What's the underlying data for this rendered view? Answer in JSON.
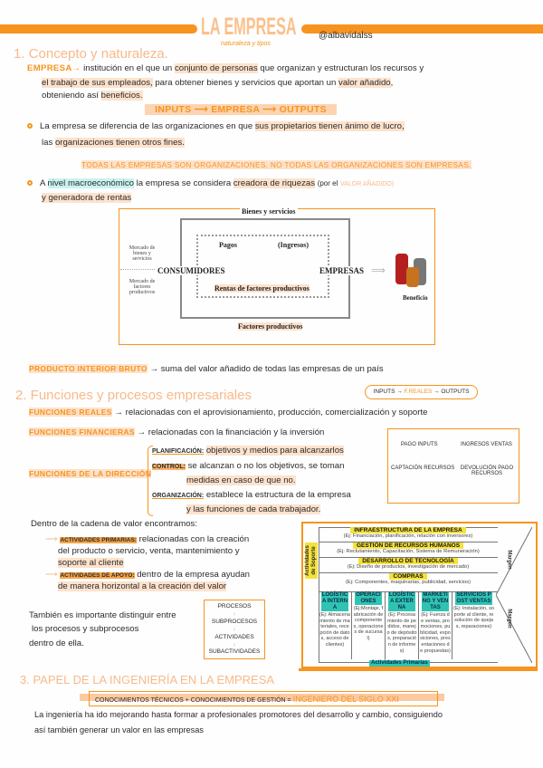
{
  "header": {
    "title": "LA EMPRESA",
    "subtitle": "naturaleza y tipos",
    "author": "@albavidalss"
  },
  "s1": {
    "title": "1. Concepto y naturaleza.",
    "empresa_label": "EMPRESA→",
    "def1": "institución en el que un",
    "def1h": "conjunto de personas",
    "def1b": "que organizan y estructuran los recursos y",
    "def2h": "el trabajo de sus empleados,",
    "def2b": "para obtener bienes y servicios que aportan un",
    "def2h2": "valor añadido",
    "def3": "obteniendo así",
    "def3h": "beneficios.",
    "flow": "INPUTS ⟶ EMPRESA ⟶ OUTPUTS",
    "b1a": "La empresa se diferencia de las organizaciones en que",
    "b1h": "sus propietarios tienen ánimo de lucro,",
    "b1c": "las",
    "b1h2": "organizaciones tienen otros fines.",
    "todas": "TODAS LAS EMPRESAS SON ORGANIZACIONES, NO TODAS LAS ORGANIZACIONES SON EMPRESAS.",
    "b2a": "A",
    "b2h": "nivel macroeconómico",
    "b2b": "la empresa se considera",
    "b2h2": "creadora de riquezas",
    "b2c": "(por el",
    "b2d": "VALOR AÑADIDO)",
    "b2e": "y generadora de rentas",
    "diagram": {
      "top": "Bienes y servicios",
      "pagos": "Pagos",
      "ingresos": "(Ingresos)",
      "mercado1": "Mercado de bienes y servicios",
      "mercado2": "Mercado de factores productivos",
      "consumidores": "CONSUMIDORES",
      "empresas": "EMPRESAS",
      "rentas": "Rentas de factores productivos",
      "bottom": "Factores productivos",
      "beneficio": "Beneficio"
    },
    "pib_label": "PRODUCTO INTERIOR BRUTO",
    "pib_text": "→ suma del valor añadido de todas las empresas de un país"
  },
  "s2": {
    "title": "2. Funciones y procesos empresariales",
    "flowbox": {
      "a": "INPUTS →",
      "b": "F.REALES",
      "c": "→ OUTPUTS"
    },
    "reales_label": "FUNCIONES REALES",
    "reales_text": "→ relacionadas con el aprovisionamiento, producción, comercialización y soporte",
    "fin_label": "FUNCIONES FINANCIERAS",
    "fin_text": "→ relacionadas con la financiación y la inversión",
    "dir_label": "FUNCIONES DE LA DIRECCIÓN",
    "plan_label": "PLANIFICACIÓN:",
    "plan_text": "objetivos y medios para alcanzarlos",
    "control_label": "CONTROL:",
    "control_text": "se alcanzan o no los objetivos, se toman",
    "control_text2": "medidas en caso de que no.",
    "org_label": "ORGANIZACIÓN:",
    "org_text": "establece la estructura de la empresa",
    "org_text2": "y las funciones de cada trabajador.",
    "cycle": {
      "a": "PAGO INPUTS",
      "b": "INGRESOS VENTAS",
      "c": "CAPTACIÓN RECURSOS",
      "d": "DEVOLUCIÓN PAGO RECURSOS"
    },
    "cadena": "Dentro de la cadena de valor encontramos:",
    "prim_label": "ACTIVIDADES PRIMARIAS:",
    "prim_text": "relacionadas con la creación",
    "prim_text2": "del producto o servicio, venta, mantenimiento y",
    "prim_text3": "soporte al cliente",
    "apoyo_label": "ACTIVIDADES DE APOYO:",
    "apoyo_text": "dentro de la empresa ayudan",
    "apoyo_text2": "de manera horizontal a la creación del valor",
    "procesos_text": [
      "También es importante distinguir entre",
      "los procesos y subprocesos",
      "dentro de ella."
    ],
    "hierarchy": [
      "PROCESOS",
      "SUBPROCESOS",
      "ACTIVIDADES",
      "SUBACTIVIDADES"
    ],
    "value_chain": {
      "soporte": "Actividades de Soporte",
      "margen": "Margen",
      "primarias": "Actividades Primarias",
      "rows": [
        {
          "t": "INFRAESTRUCTURA DE LA EMPRESA",
          "d": "(Ej: Financiación, planificación, relación con inversores)"
        },
        {
          "t": "GESTIÓN DE RECURSOS HUMANOS",
          "d": "(Ej: Reclutamiento, Capacitación, Sistema de Remuneración)"
        },
        {
          "t": "DESARROLLO DE TECNOLOGÍA",
          "d": "(Ej: Diseño de productos, investigación de mercado)"
        },
        {
          "t": "COMPRAS",
          "d": "(Ej: Componentes, maquinarias, publicidad, servicios)"
        }
      ],
      "cols": [
        {
          "t": "LOGÍSTICA INTERNA",
          "d": "(Ej: Almacenamiento de materiales, recepción de datos, acceso de clientes)"
        },
        {
          "t": "OPERACIONES",
          "d": "(Ej:Montaje, fabricación de componentes, operaciones de sucursal)"
        },
        {
          "t": "LOGÍSTICA EXTERNA",
          "d": "(Ej: Procesamiento de pedidos, manejo de depósitos, preparación de informes)"
        },
        {
          "t": "MARKETING Y VENTAS",
          "d": "(Ej: Fuerza de ventas, promociones, publicidad, exposiciones, presentaciones de propuestas)"
        },
        {
          "t": "SERVICIOS POST VENTAS",
          "d": "(Ej: Instalación, soporte al cliente, resolución de quejas, reparaciones)"
        }
      ]
    }
  },
  "s3": {
    "title": "3. PAPEL DE LA INGENIERÍA EN LA EMPRESA",
    "formula": "CONOCIMIENTOS TÉCNICOS + CONOCIMIENTOS DE GESTIÓN =",
    "result": "INGENIERO DEL SIGLO XXI",
    "text1": "La ingeniería ha ido mejorando hasta formar a profesionales promotores del desarrollo y cambio, consiguiendo",
    "text2": "así también generar un valor en las empresas"
  }
}
